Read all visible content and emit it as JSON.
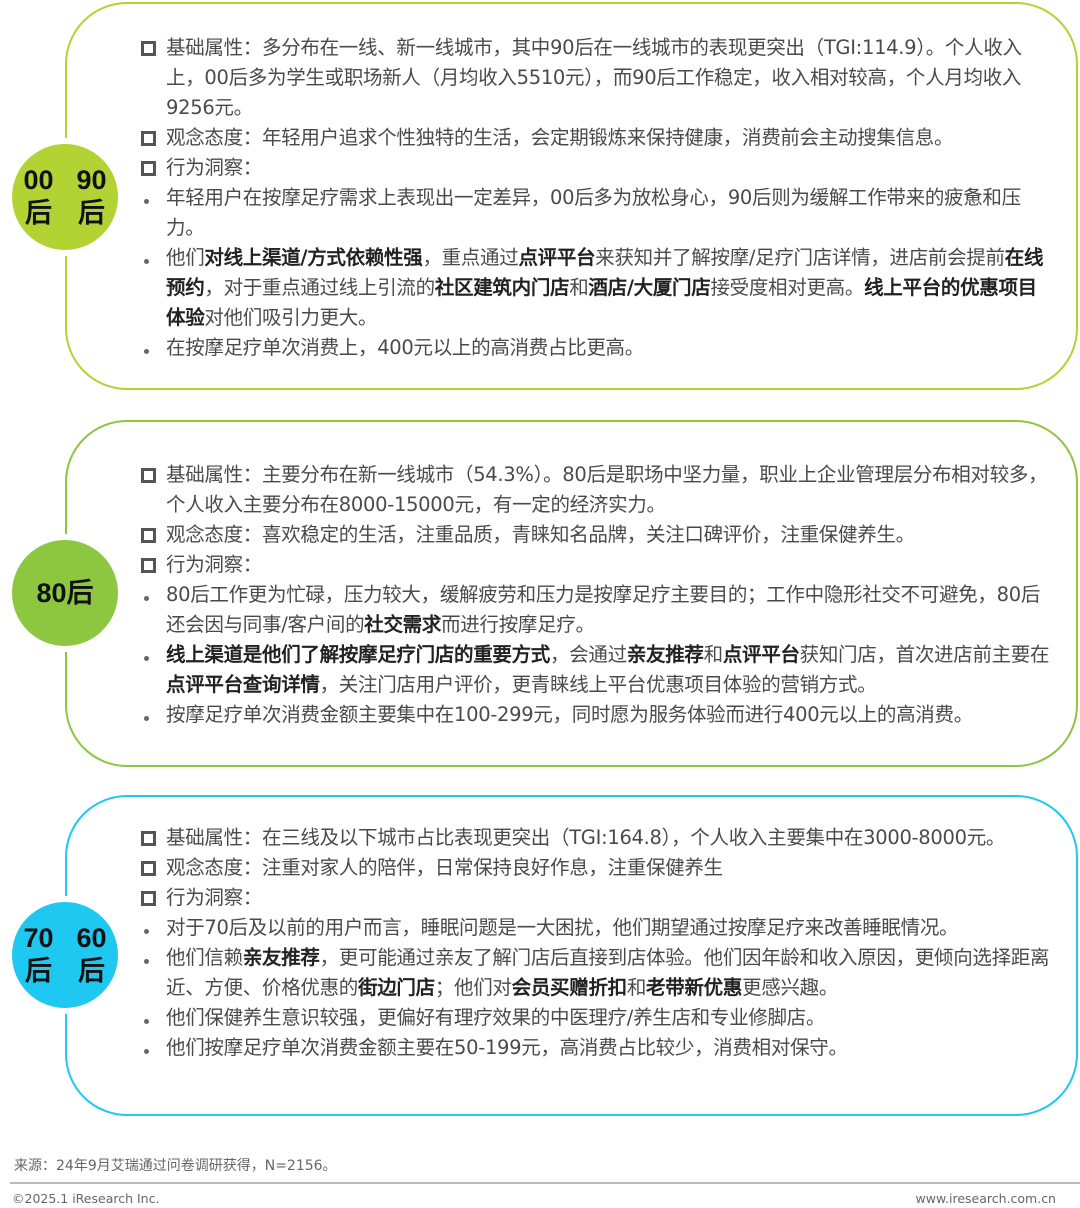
{
  "sections": [
    {
      "label_lines": [
        "00后",
        "90后"
      ],
      "color": "#b3d334",
      "items": [
        {
          "type": "square",
          "segs": [
            {
              "t": "基础属性：多分布在一线、新一线城市，其中90后在一线城市的表现更突出（TGI:114.9）。个人收入上，00后多为学生或职场新人（月均收入5510元），而90后工作稳定，收入相对较高，个人月均收入9256元。"
            }
          ]
        },
        {
          "type": "square",
          "segs": [
            {
              "t": "观念态度：年轻用户追求个性独特的生活，会定期锻炼来保持健康，消费前会主动搜集信息。"
            }
          ]
        },
        {
          "type": "square",
          "segs": [
            {
              "t": "行为洞察："
            }
          ]
        },
        {
          "type": "bullet",
          "segs": [
            {
              "t": "年轻用户在按摩足疗需求上表现出一定差异，00后多为放松身心，90后则为缓解工作带来的疲惫和压力。"
            }
          ]
        },
        {
          "type": "bullet",
          "segs": [
            {
              "t": "他们"
            },
            {
              "t": "对线上渠道/方式依赖性强",
              "b": true
            },
            {
              "t": "，重点通过"
            },
            {
              "t": "点评平台",
              "b": true
            },
            {
              "t": "来获知并了解按摩/足疗门店详情，进店前会提前"
            },
            {
              "t": "在线预约",
              "b": true
            },
            {
              "t": "，对于重点通过线上引流的"
            },
            {
              "t": "社区建筑内门店",
              "b": true
            },
            {
              "t": "和"
            },
            {
              "t": "酒店/大厦门店",
              "b": true
            },
            {
              "t": "接受度相对更高。"
            },
            {
              "t": "线上平台的优惠项目体验",
              "b": true
            },
            {
              "t": "对他们吸引力更大。"
            }
          ]
        },
        {
          "type": "bullet",
          "segs": [
            {
              "t": "在按摩足疗单次消费上，400元以上的高消费占比更高。"
            }
          ]
        }
      ]
    },
    {
      "label_lines": [
        "80后"
      ],
      "color": "#8dc63f",
      "items": [
        {
          "type": "square",
          "segs": [
            {
              "t": "基础属性：主要分布在新一线城市（54.3%）。80后是职场中坚力量，职业上企业管理层分布相对较多，个人收入主要分布在8000-15000元，有一定的经济实力。"
            }
          ]
        },
        {
          "type": "square",
          "segs": [
            {
              "t": "观念态度：喜欢稳定的生活，注重品质，青睐知名品牌，关注口碑评价，注重保健养生。"
            }
          ]
        },
        {
          "type": "square",
          "segs": [
            {
              "t": "行为洞察："
            }
          ]
        },
        {
          "type": "bullet",
          "segs": [
            {
              "t": "80后工作更为忙碌，压力较大，缓解疲劳和压力是按摩足疗主要目的；工作中隐形社交不可避免，80后还会因与同事/客户间的"
            },
            {
              "t": "社交需求",
              "b": true
            },
            {
              "t": "而进行按摩足疗。"
            }
          ]
        },
        {
          "type": "bullet",
          "segs": [
            {
              "t": "线上渠道是他们了解按摩足疗门店的重要方式",
              "b": true
            },
            {
              "t": "，会通过"
            },
            {
              "t": "亲友推荐",
              "b": true
            },
            {
              "t": "和"
            },
            {
              "t": "点评平台",
              "b": true
            },
            {
              "t": "获知门店，首次进店前主要在"
            },
            {
              "t": "点评平台查询详情",
              "b": true
            },
            {
              "t": "，关注门店用户评价，更青睐线上平台优惠项目体验的营销方式。"
            }
          ]
        },
        {
          "type": "bullet",
          "segs": [
            {
              "t": "按摩足疗单次消费金额主要集中在100-299元，同时愿为服务体验而进行400元以上的高消费。"
            }
          ]
        }
      ]
    },
    {
      "label_lines": [
        "70后",
        "60后"
      ],
      "color": "#1fc8f0",
      "items": [
        {
          "type": "square",
          "segs": [
            {
              "t": "基础属性：在三线及以下城市占比表现更突出（TGI:164.8），个人收入主要集中在3000-8000元。"
            }
          ]
        },
        {
          "type": "square",
          "segs": [
            {
              "t": "观念态度：注重对家人的陪伴，日常保持良好作息，注重保健养生"
            }
          ]
        },
        {
          "type": "square",
          "segs": [
            {
              "t": "行为洞察："
            }
          ]
        },
        {
          "type": "bullet",
          "segs": [
            {
              "t": "对于70后及以前的用户而言，睡眠问题是一大困扰，他们期望通过按摩足疗来改善睡眠情况。"
            }
          ]
        },
        {
          "type": "bullet",
          "segs": [
            {
              "t": "他们信赖"
            },
            {
              "t": "亲友推荐",
              "b": true
            },
            {
              "t": "，更可能通过亲友了解门店后直接到店体验。他们因年龄和收入原因，更倾向选择距离近、方便、价格优惠的"
            },
            {
              "t": "街边门店",
              "b": true
            },
            {
              "t": "；他们对"
            },
            {
              "t": "会员买赠折扣",
              "b": true
            },
            {
              "t": "和"
            },
            {
              "t": "老带新优惠",
              "b": true
            },
            {
              "t": "更感兴趣。"
            }
          ]
        },
        {
          "type": "bullet",
          "segs": [
            {
              "t": "他们保健养生意识较强，更偏好有理疗效果的中医理疗/养生店和专业修脚店。"
            }
          ]
        },
        {
          "type": "bullet",
          "segs": [
            {
              "t": "他们按摩足疗单次消费金额主要在50-199元，高消费占比较少，消费相对保守。"
            }
          ]
        }
      ]
    }
  ],
  "footer": {
    "source": "来源：24年9月艾瑞通过问卷调研获得，N=2156。",
    "copyright": "©2025.1 iResearch Inc.",
    "url": "www.iresearch.com.cn"
  }
}
